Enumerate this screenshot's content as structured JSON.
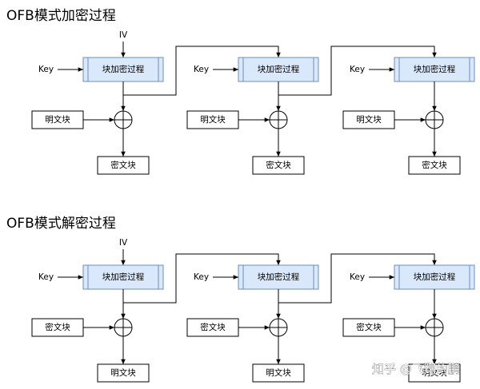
{
  "encrypt": {
    "title": "OFB模式加密过程",
    "iv_label": "IV",
    "key_label": "Key",
    "block_label": "块加密过程",
    "input_label": "明文块",
    "output_label": "密文块",
    "stage_count": 3
  },
  "decrypt": {
    "title": "OFB模式解密过程",
    "iv_label": "IV",
    "key_label": "Key",
    "block_label": "块加密过程",
    "input_label": "密文块",
    "output_label": "明文块",
    "stage_count": 3
  },
  "watermark": "知乎 @飞翔的鹏",
  "colors": {
    "block_fill": "#dae8fc",
    "block_stroke": "#6c8ebf",
    "line": "#000000"
  }
}
